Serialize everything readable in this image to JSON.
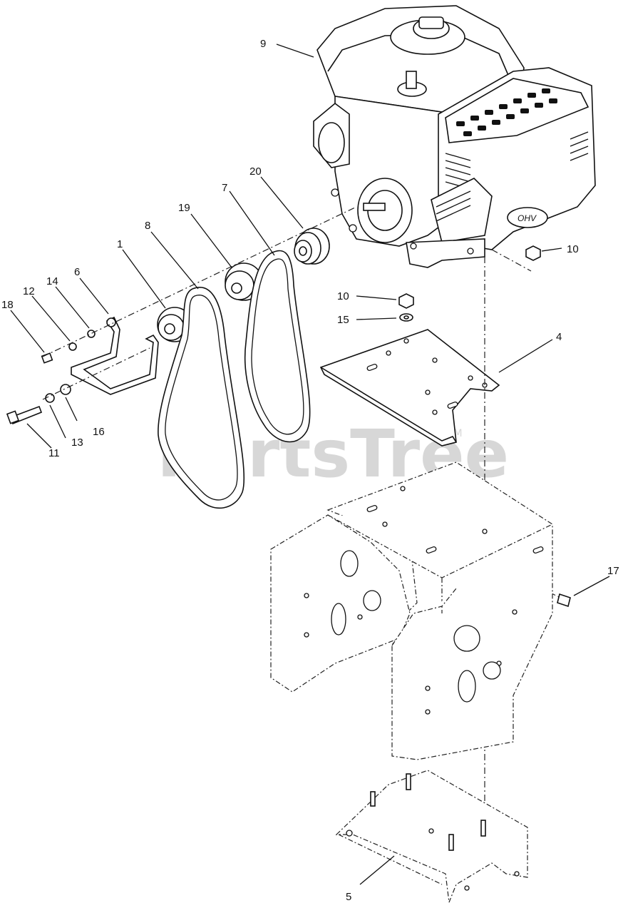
{
  "watermark": {
    "text": "PartsTree",
    "tm": "TM"
  },
  "callouts": [
    {
      "id": "c9",
      "label": "9"
    },
    {
      "id": "c20",
      "label": "20"
    },
    {
      "id": "c7",
      "label": "7"
    },
    {
      "id": "c19",
      "label": "19"
    },
    {
      "id": "c8",
      "label": "8"
    },
    {
      "id": "c1",
      "label": "1"
    },
    {
      "id": "c6",
      "label": "6"
    },
    {
      "id": "c14",
      "label": "14"
    },
    {
      "id": "c12",
      "label": "12"
    },
    {
      "id": "c18",
      "label": "18"
    },
    {
      "id": "c10a",
      "label": "10"
    },
    {
      "id": "c10b",
      "label": "10"
    },
    {
      "id": "c15",
      "label": "15"
    },
    {
      "id": "c4",
      "label": "4"
    },
    {
      "id": "c16",
      "label": "16"
    },
    {
      "id": "c13",
      "label": "13"
    },
    {
      "id": "c11",
      "label": "11"
    },
    {
      "id": "c17",
      "label": "17"
    },
    {
      "id": "c5",
      "label": "5"
    }
  ],
  "engine_badge": "OHV"
}
